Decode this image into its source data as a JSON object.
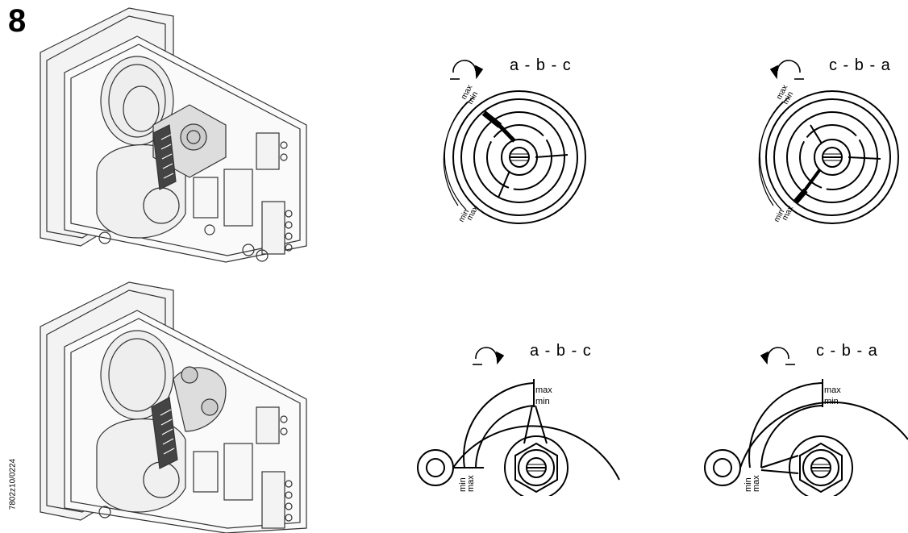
{
  "figure": {
    "number": "8",
    "doc_code": "7802z10/0224"
  },
  "top_left_diagram": {
    "sequence": "a - b - c",
    "max": "max",
    "min": "min"
  },
  "top_right_diagram": {
    "sequence": "c - b - a",
    "max": "max",
    "min": "min"
  },
  "bottom_left_diagram": {
    "sequence": "a - b - c",
    "max": "max",
    "min": "min"
  },
  "bottom_right_diagram": {
    "sequence": "c - b - a",
    "max": "max",
    "min": "min"
  }
}
